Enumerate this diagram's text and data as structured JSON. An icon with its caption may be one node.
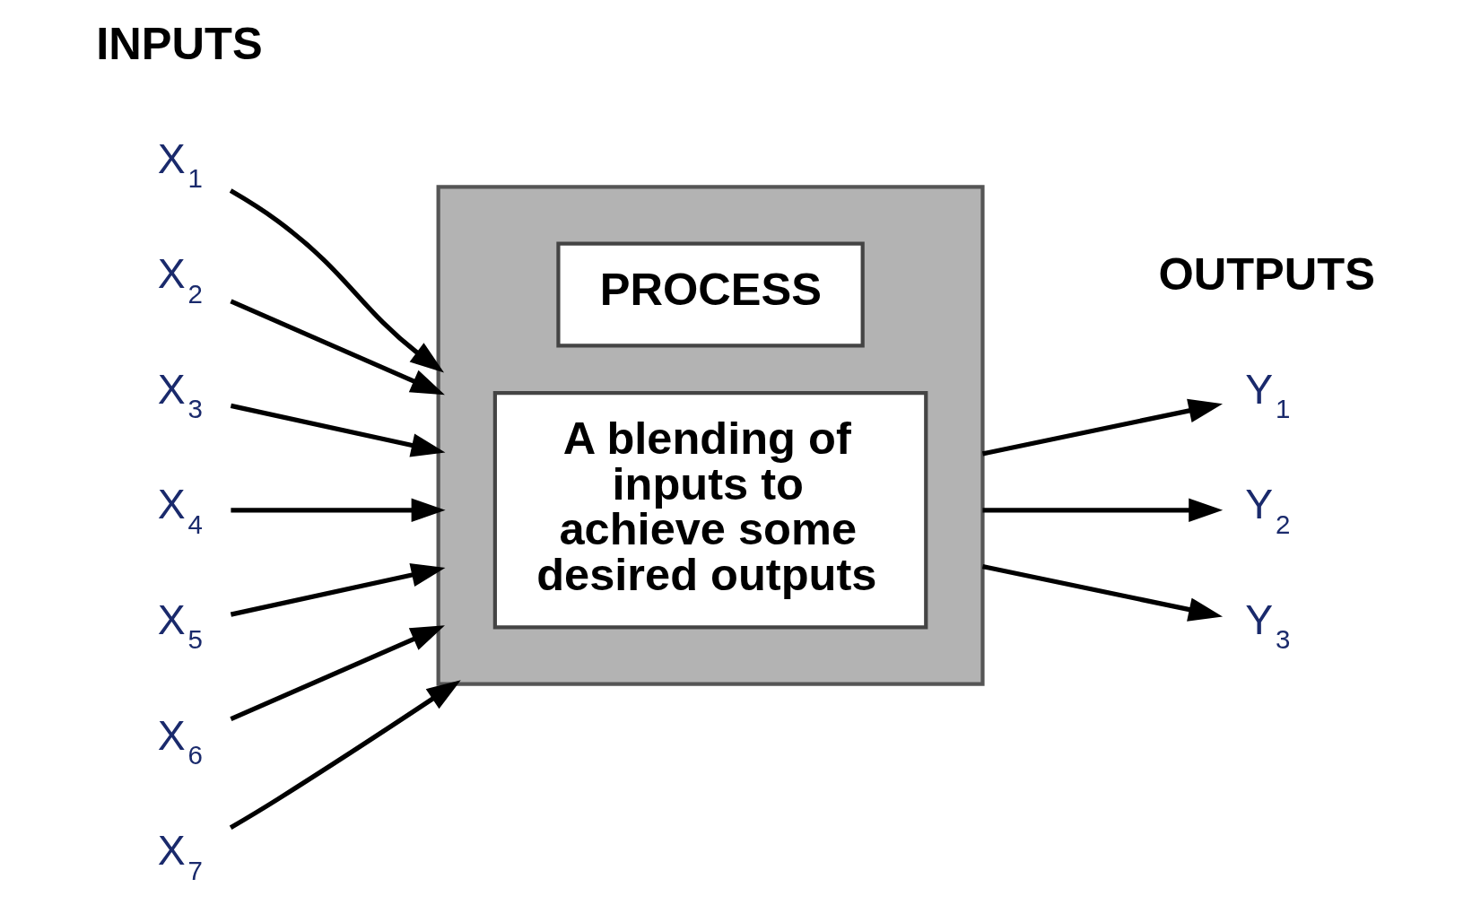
{
  "diagram": {
    "nodes": [
      {
        "text": [],
        "shape": "box"
      },
      {
        "text": [
          "PROCESS"
        ],
        "in": 0
      },
      {
        "text": [
          "A blending of inputs to achieve some desired outputs"
        ],
        "in": 0
      },
      {
        "text": [
          "X$_{1}$"
        ]
      },
      {
        "text": [
          "X$_{2}$"
        ]
      },
      {
        "text": [
          "X$_{3}$"
        ]
      },
      {
        "text": [
          "X$_{4}$"
        ]
      },
      {
        "text": [
          "X$_{5}$"
        ]
      },
      {
        "text": [
          "X$_{6}$"
        ]
      },
      {
        "text": [
          "X$_{7}$"
        ]
      },
      {
        "text": [
          "Y$_{1}$"
        ]
      },
      {
        "text": [
          "Y$_{2}$"
        ]
      },
      {
        "text": [
          "Y$_{3}$"
        ]
      }
    ],
    "edges": [
      {
        "from": 3,
        "to": 0,
        "arrow": "to"
      },
      {
        "from": 4,
        "to": 0,
        "arrow": "to"
      },
      {
        "from": 5,
        "to": 0,
        "arrow": "to"
      },
      {
        "from": 6,
        "to": 0,
        "arrow": "to"
      },
      {
        "from": 7,
        "to": 0,
        "arrow": "to"
      },
      {
        "from": 8,
        "to": 0,
        "arrow": "to"
      },
      {
        "from": 9,
        "to": 0,
        "arrow": "to"
      },
      {
        "from": 0,
        "to": 10,
        "arrow": "to"
      },
      {
        "from": 0,
        "to": 11,
        "arrow": "to"
      },
      {
        "from": 0,
        "to": 12,
        "arrow": "to"
      }
    ],
    "labels": [
      "INPUTS",
      "OUTPUTS"
    ]
  }
}
